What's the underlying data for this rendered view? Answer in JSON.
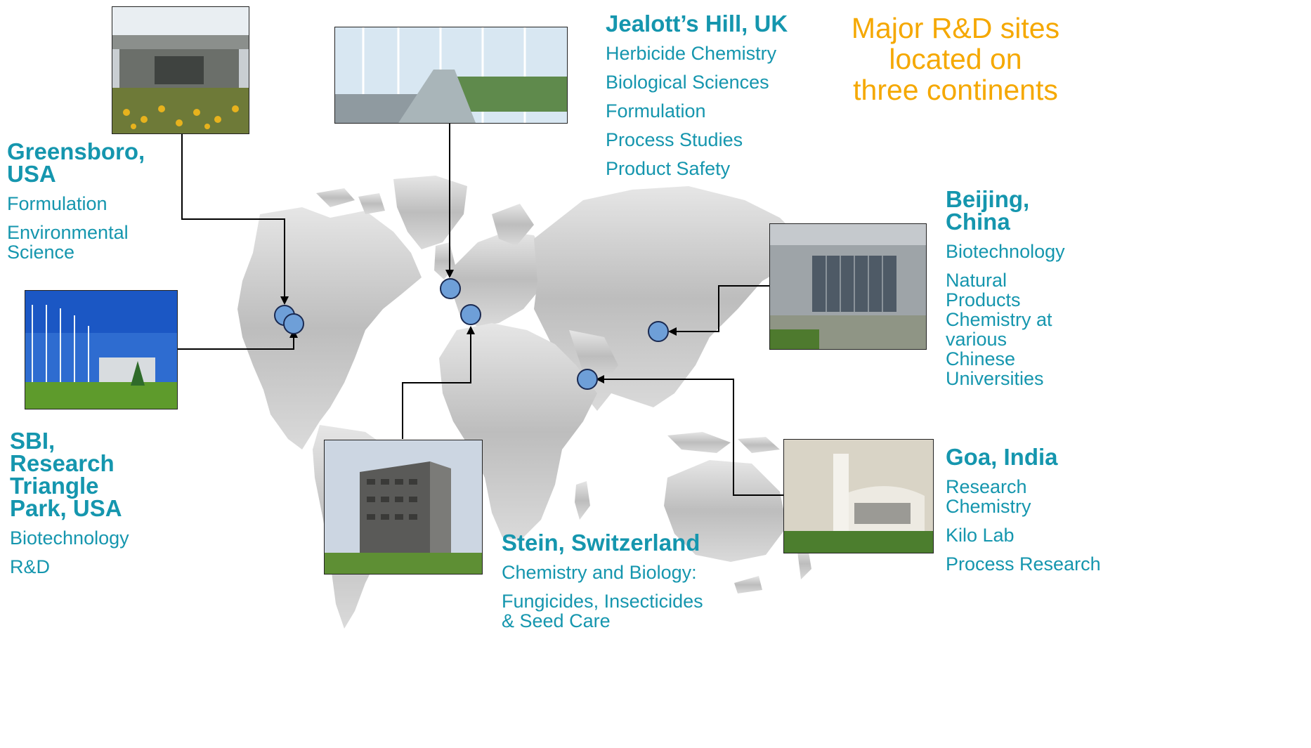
{
  "title": {
    "line1": "Major R&D sites",
    "line2": "located on",
    "line3": "three continents"
  },
  "sites": {
    "jealotts": {
      "name": "Jealott’s Hill, UK",
      "items": [
        "Herbicide Chemistry",
        "Biological Sciences",
        "Formulation",
        "Process Studies",
        "Product Safety"
      ]
    },
    "greensboro": {
      "name_line1": "Greensboro,",
      "name_line2": "USA",
      "items": [
        "Formulation",
        "Environmental",
        "Science"
      ]
    },
    "sbi": {
      "name_line1": "SBI,",
      "name_line2": "Research",
      "name_line3": "Triangle",
      "name_line4": "Park, USA",
      "items": [
        "Biotechnology",
        "R&D"
      ]
    },
    "stein": {
      "name": "Stein, Switzerland",
      "items": [
        "Chemistry and Biology:",
        "Fungicides, Insecticides",
        "& Seed Care"
      ]
    },
    "beijing": {
      "name_line1": "Beijing,",
      "name_line2": "China",
      "items": [
        "Biotechnology",
        "Natural",
        "Products",
        "Chemistry at",
        "various",
        "Chinese",
        "Universities"
      ]
    },
    "goa": {
      "name": "Goa, India",
      "items": [
        "Research",
        "Chemistry",
        "Kilo Lab",
        "Process Research"
      ]
    }
  },
  "photos": {
    "greensboro": "building-entrance-photo",
    "jealotts": "greenhouse-walkway-photo",
    "sbi": "greenhouse-campus-photo",
    "stein": "office-tower-photo",
    "beijing": "glass-building-photo",
    "goa": "white-building-photo"
  },
  "colors": {
    "title": "#F5A800",
    "site_text": "#1596AE",
    "marker": "#6E9FD8",
    "map_gray": "#B8B8B8"
  }
}
